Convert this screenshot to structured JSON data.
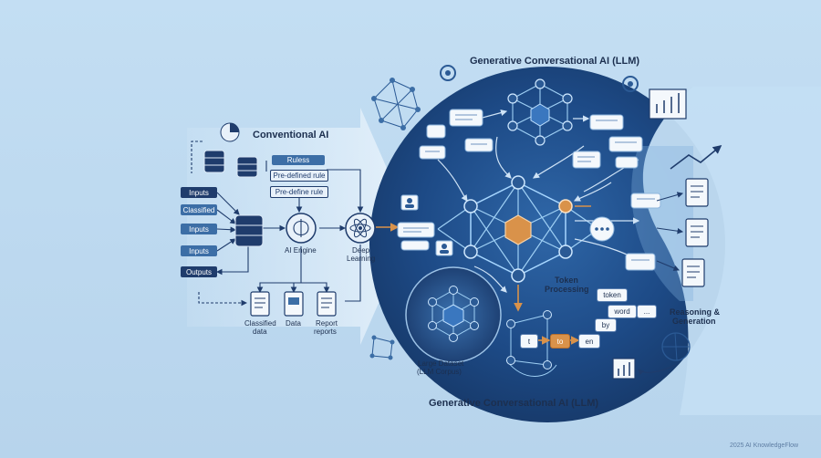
{
  "titles": {
    "top": "Generative Conversational AI (LLM)",
    "bottom": "Generative Conversational AI (LLM)",
    "conventional": "Conventional AI"
  },
  "left": {
    "inputs": [
      "Inputs",
      "Classified",
      "Inputs",
      "Inputs"
    ],
    "outputs": "Outputs",
    "rules": [
      "Ruless",
      "Pre-defined rule",
      "Pre-define rule"
    ],
    "ai_engine": "AI Engine",
    "deep_learning": [
      "Deep",
      "Learning"
    ],
    "products": [
      {
        "line1": "Classified",
        "line2": "data"
      },
      {
        "line1": "Data",
        "line2": ""
      },
      {
        "line1": "Report",
        "line2": "reports"
      }
    ]
  },
  "center": {
    "token_processing": [
      "Token",
      "Processing"
    ],
    "tokens": [
      "token",
      "word",
      "...",
      "by"
    ],
    "seq": [
      "t",
      "to",
      "en"
    ],
    "large_dataset": [
      "Large Dataset",
      "(LLM Corpus)"
    ]
  },
  "right": {
    "reasoning": [
      "Reasoning &",
      "Generation"
    ]
  },
  "footer": "2025 AI KnowledgeFlow",
  "colors": {
    "navy": "#1f3c6c",
    "deep_blue": "#1d3f73",
    "accent_orange": "#d9924a",
    "light_bg": "#c3def3"
  }
}
